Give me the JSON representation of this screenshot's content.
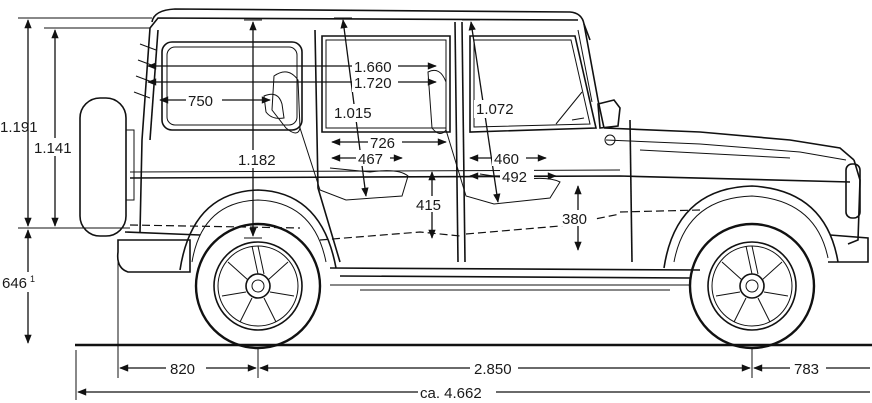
{
  "dimensions": {
    "overall_height": "1.191",
    "body_height": "1.141",
    "ground_clearance": "646",
    "ground_clearance_note": "1",
    "rear_overhang": "820",
    "wheelbase": "2.850",
    "front_overhang": "783",
    "overall_length": "ca. 4.662",
    "rear_headroom": "1.182",
    "rear_legroom_to_window": "750",
    "shoulder_width_front": "1.660",
    "shoulder_width_rear": "1.720",
    "rear_seat_headroom": "1.015",
    "front_headroom": "1.072",
    "interior_rear_length": "726",
    "rear_seat_depth": "467",
    "front_seat_to_pedal": "460",
    "front_seat_depth": "492",
    "rear_seat_height": "415",
    "front_seat_height": "380"
  },
  "colors": {
    "ink": "#111111",
    "background": "#ffffff"
  }
}
